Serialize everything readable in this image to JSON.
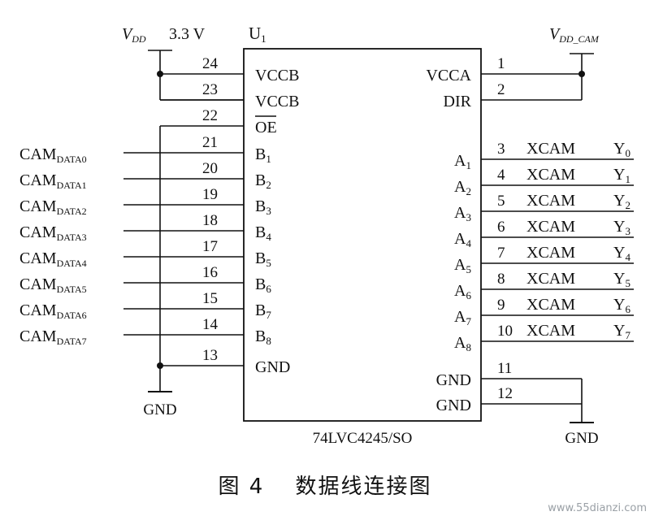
{
  "figure": {
    "caption_number": "图 4",
    "caption_title": "数据线连接图"
  },
  "chip": {
    "designator": "U",
    "designator_sub": "1",
    "part_number": "74LVC4245/SO"
  },
  "power": {
    "vdd_left_v": "V",
    "vdd_left_sub": "DD",
    "vdd_left_value": "3.3 V",
    "vdd_right_v": "V",
    "vdd_right_sub": "DD_CAM"
  },
  "ground_label": "GND",
  "left_pins": [
    {
      "num": "24",
      "name": "VCCB",
      "name_sub": ""
    },
    {
      "num": "23",
      "name": "VCCB",
      "name_sub": ""
    },
    {
      "num": "22",
      "name": "OE",
      "name_sub": ""
    },
    {
      "num": "21",
      "name": "B",
      "name_sub": "1",
      "net": "CAM",
      "net_sub": "DATA0"
    },
    {
      "num": "20",
      "name": "B",
      "name_sub": "2",
      "net": "CAM",
      "net_sub": "DATA1"
    },
    {
      "num": "19",
      "name": "B",
      "name_sub": "3",
      "net": "CAM",
      "net_sub": "DATA2"
    },
    {
      "num": "18",
      "name": "B",
      "name_sub": "4",
      "net": "CAM",
      "net_sub": "DATA3"
    },
    {
      "num": "17",
      "name": "B",
      "name_sub": "5",
      "net": "CAM",
      "net_sub": "DATA4"
    },
    {
      "num": "16",
      "name": "B",
      "name_sub": "6",
      "net": "CAM",
      "net_sub": "DATA5"
    },
    {
      "num": "15",
      "name": "B",
      "name_sub": "7",
      "net": "CAM",
      "net_sub": "DATA6"
    },
    {
      "num": "14",
      "name": "B",
      "name_sub": "8",
      "net": "CAM",
      "net_sub": "DATA7"
    },
    {
      "num": "13",
      "name": "GND",
      "name_sub": ""
    }
  ],
  "right_pins": [
    {
      "num": "1",
      "name": "VCCA",
      "name_sub": ""
    },
    {
      "num": "2",
      "name": "DIR",
      "name_sub": ""
    },
    {
      "num": "3",
      "name": "A",
      "name_sub": "1",
      "net": "XCAM",
      "net_y": "Y",
      "net_y_sub": "0"
    },
    {
      "num": "4",
      "name": "A",
      "name_sub": "2",
      "net": "XCAM",
      "net_y": "Y",
      "net_y_sub": "1"
    },
    {
      "num": "5",
      "name": "A",
      "name_sub": "3",
      "net": "XCAM",
      "net_y": "Y",
      "net_y_sub": "2"
    },
    {
      "num": "6",
      "name": "A",
      "name_sub": "4",
      "net": "XCAM",
      "net_y": "Y",
      "net_y_sub": "3"
    },
    {
      "num": "7",
      "name": "A",
      "name_sub": "5",
      "net": "XCAM",
      "net_y": "Y",
      "net_y_sub": "4"
    },
    {
      "num": "8",
      "name": "A",
      "name_sub": "6",
      "net": "XCAM",
      "net_y": "Y",
      "net_y_sub": "5"
    },
    {
      "num": "9",
      "name": "A",
      "name_sub": "7",
      "net": "XCAM",
      "net_y": "Y",
      "net_y_sub": "6"
    },
    {
      "num": "10",
      "name": "A",
      "name_sub": "8",
      "net": "XCAM",
      "net_y": "Y",
      "net_y_sub": "7"
    },
    {
      "num": "11",
      "name": "GND",
      "name_sub": ""
    },
    {
      "num": "12",
      "name": "GND",
      "name_sub": ""
    }
  ],
  "watermark": "www.55dianzi.com"
}
